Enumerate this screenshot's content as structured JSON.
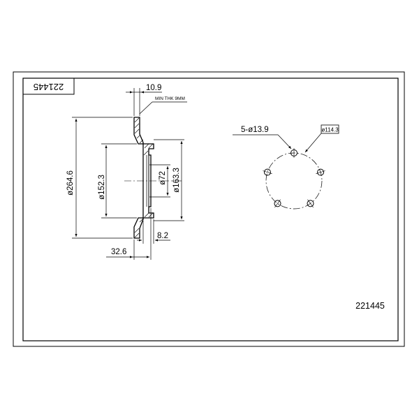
{
  "title_block": {
    "part_number": "221445"
  },
  "footer": {
    "part_number": "221445"
  },
  "section_view": {
    "outer_diameter": "ø264.6",
    "hat_diameter": "ø152.3",
    "center_bore": "ø72",
    "flange_diameter": "ø163.3",
    "rotor_thickness": "10.9",
    "min_thickness_note": "MIN THK 9MM",
    "hat_height": "32.6",
    "flange_offset": "8.2"
  },
  "bolt_pattern": {
    "bolt_holes": "5-ø13.9",
    "pcd": "ø114.3",
    "hole_count": 5
  },
  "colors": {
    "line": "#000000",
    "background": "#ffffff"
  }
}
